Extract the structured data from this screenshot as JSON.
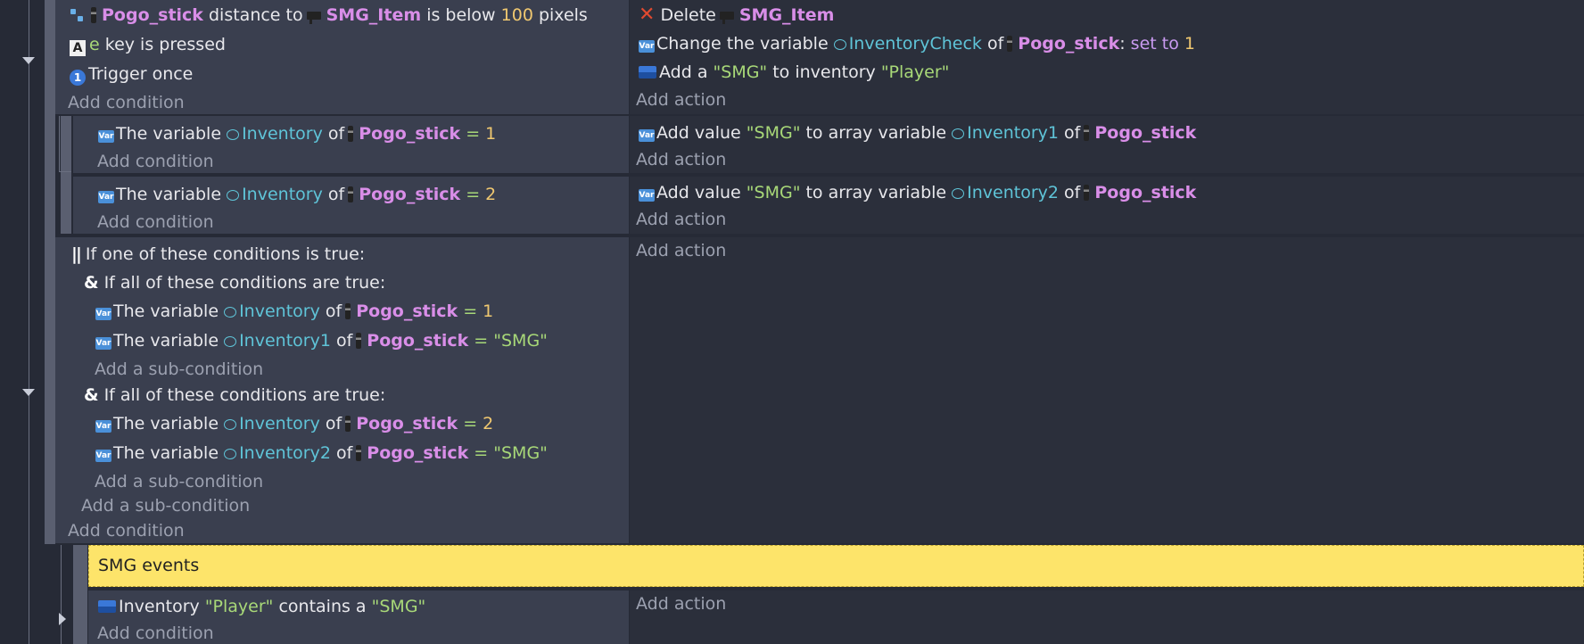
{
  "event1": {
    "conditions": {
      "distance": {
        "obj": "Pogo_stick",
        "text1": "distance to",
        "target": "SMG_Item",
        "text2": "is below",
        "value": "100",
        "text3": "pixels"
      },
      "key": {
        "key": "e",
        "text": "key is pressed"
      },
      "trigger": {
        "text": "Trigger once"
      },
      "add": "Add condition"
    },
    "actions": {
      "delete": {
        "text": "Delete",
        "obj": "SMG_Item"
      },
      "change": {
        "text1": "Change the variable",
        "var": "InventoryCheck",
        "text2": "of",
        "obj": "Pogo_stick",
        "colon": ":",
        "op": "set to",
        "value": "1"
      },
      "add_inv": {
        "text1": "Add a",
        "item": "\"SMG\"",
        "text2": "to inventory",
        "inv": "\"Player\""
      },
      "add": "Add action"
    }
  },
  "sub1": {
    "condition": {
      "text1": "The variable",
      "var": "Inventory",
      "text2": "of",
      "obj": "Pogo_stick",
      "op": "=",
      "value": "1"
    },
    "add_condition": "Add condition",
    "action": {
      "text1": "Add value",
      "item": "\"SMG\"",
      "text2": "to array variable",
      "var": "Inventory1",
      "text3": "of",
      "obj": "Pogo_stick"
    },
    "add_action": "Add action"
  },
  "sub2": {
    "condition": {
      "text1": "The variable",
      "var": "Inventory",
      "text2": "of",
      "obj": "Pogo_stick",
      "op": "=",
      "value": "2"
    },
    "add_condition": "Add condition",
    "action": {
      "text1": "Add value",
      "item": "\"SMG\"",
      "text2": "to array variable",
      "var": "Inventory2",
      "text3": "of",
      "obj": "Pogo_stick"
    },
    "add_action": "Add action"
  },
  "sub3": {
    "or_text": "If one of these conditions is true:",
    "and1": {
      "text": "If all of these conditions are true:",
      "c1": {
        "text1": "The variable",
        "var": "Inventory",
        "text2": "of",
        "obj": "Pogo_stick",
        "op": "=",
        "value": "1"
      },
      "c2": {
        "text1": "The variable",
        "var": "Inventory1",
        "text2": "of",
        "obj": "Pogo_stick",
        "op": "=",
        "value": "\"SMG\""
      },
      "add": "Add a sub-condition"
    },
    "and2": {
      "text": "If all of these conditions are true:",
      "c1": {
        "text1": "The variable",
        "var": "Inventory",
        "text2": "of",
        "obj": "Pogo_stick",
        "op": "=",
        "value": "2"
      },
      "c2": {
        "text1": "The variable",
        "var": "Inventory2",
        "text2": "of",
        "obj": "Pogo_stick",
        "op": "=",
        "value": "\"SMG\""
      },
      "add": "Add a sub-condition"
    },
    "add_sub": "Add a sub-condition",
    "add_condition": "Add condition",
    "add_action": "Add action"
  },
  "comment": "SMG events",
  "event_last": {
    "condition": {
      "text1": "Inventory",
      "inv": "\"Player\"",
      "text2": "contains a",
      "item": "\"SMG\""
    },
    "add_condition": "Add condition",
    "add_action": "Add action"
  }
}
